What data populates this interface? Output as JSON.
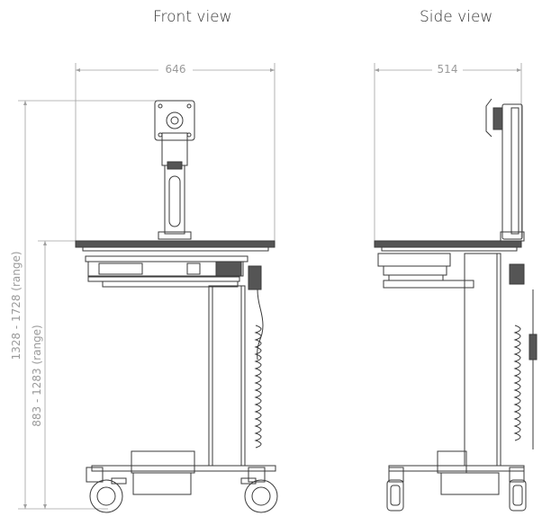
{
  "views": {
    "front": {
      "title": "Front view",
      "width_label": "646"
    },
    "side": {
      "title": "Side view",
      "width_label": "514"
    }
  },
  "dimensions": {
    "overall_height_label": "1328 - 1728 (range)",
    "desk_height_label": "883 - 1283 (range)"
  },
  "colors": {
    "line": "#3a3a3a",
    "dimension": "#a0a0a0",
    "dark_fill": "#555555"
  }
}
